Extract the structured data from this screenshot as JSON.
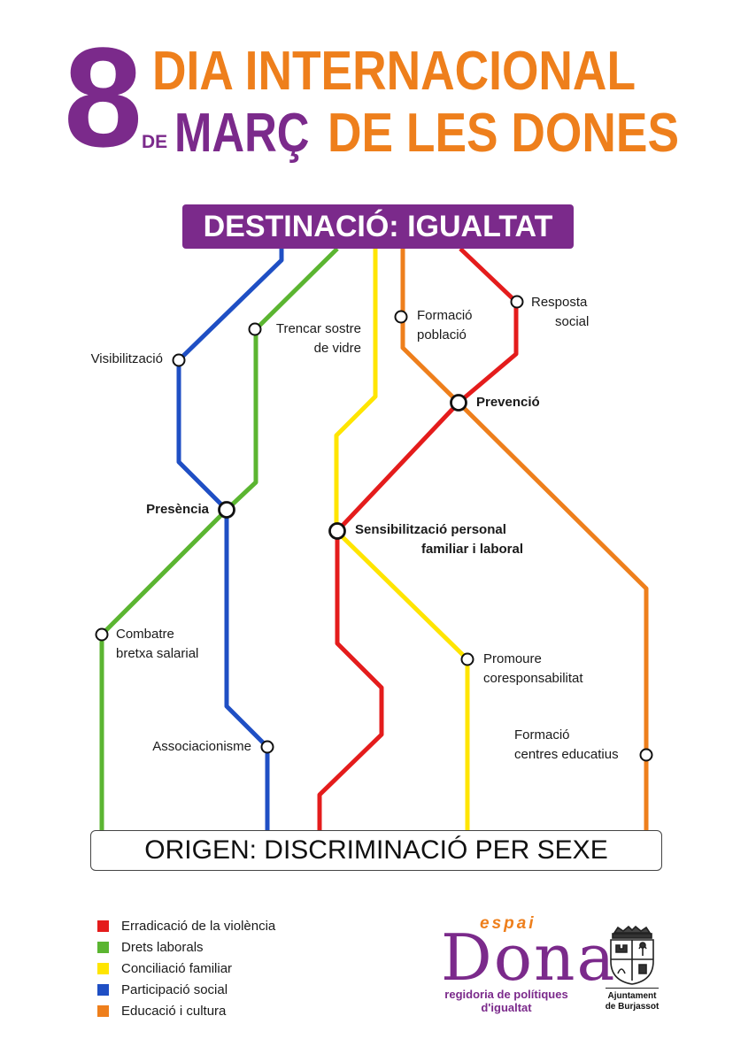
{
  "header": {
    "number": "8",
    "de": "DE",
    "marc": "MARÇ",
    "line1": "DIA INTERNACIONAL",
    "line2": "DE LES DONES"
  },
  "destination": "DESTINACIÓ: IGUALTAT",
  "origin": "ORIGEN: DISCRIMINACIÓ PER SEXE",
  "stations": {
    "visibilitzacio": "Visibilització",
    "trencar_1": "Trencar sostre",
    "trencar_2": "de vidre",
    "formacio_poblacio_1": "Formació",
    "formacio_poblacio_2": "població",
    "resposta_1": "Resposta",
    "resposta_2": "social",
    "prevencio": "Prevenció",
    "presencia": "Presència",
    "sensibilitzacio_1": "Sensibilització personal",
    "sensibilitzacio_2": "familiar i laboral",
    "combatre_1": "Combatre",
    "combatre_2": "bretxa salarial",
    "promoure_1": "Promoure",
    "promoure_2": "coresponsabilitat",
    "associacionisme": "Associacionisme",
    "formacio_centres_1": "Formació",
    "formacio_centres_2": "centres educatius"
  },
  "legend": [
    {
      "label": "Erradicació de la violència",
      "color": "#e41c1c"
    },
    {
      "label": "Drets laborals",
      "color": "#5bb531"
    },
    {
      "label": "Conciliació familiar",
      "color": "#ffe500"
    },
    {
      "label": "Participació social",
      "color": "#1f4fc4"
    },
    {
      "label": "Educació i cultura",
      "color": "#ee7f1c"
    }
  ],
  "colors": {
    "purple": "#7b2a8b",
    "orange": "#ee7f1c",
    "red": "#e41c1c",
    "green": "#5bb531",
    "yellow": "#ffe500",
    "blue": "#1f4fc4"
  },
  "logos": {
    "espai": "espai",
    "dona": "Dona",
    "regidoria_1": "regidoria de polítiques",
    "regidoria_2": "d'igualtat",
    "ajuntament_1": "Ajuntament",
    "ajuntament_2": "de Burjassot"
  }
}
